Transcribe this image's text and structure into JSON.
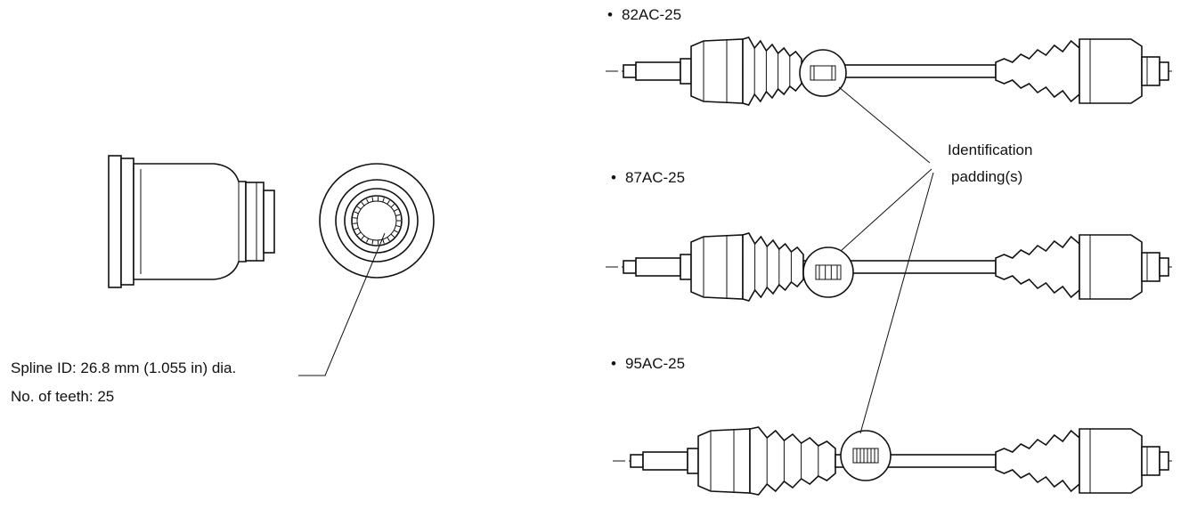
{
  "spline": {
    "id_text": "Spline ID: 26.8 mm (1.055 in) dia.",
    "teeth_text": "No. of teeth: 25"
  },
  "identification": {
    "line1": "Identification",
    "line2": "padding(s)"
  },
  "shafts": [
    {
      "label": "82AC-25"
    },
    {
      "label": "87AC-25"
    },
    {
      "label": "95AC-25"
    }
  ],
  "bullet": "•"
}
